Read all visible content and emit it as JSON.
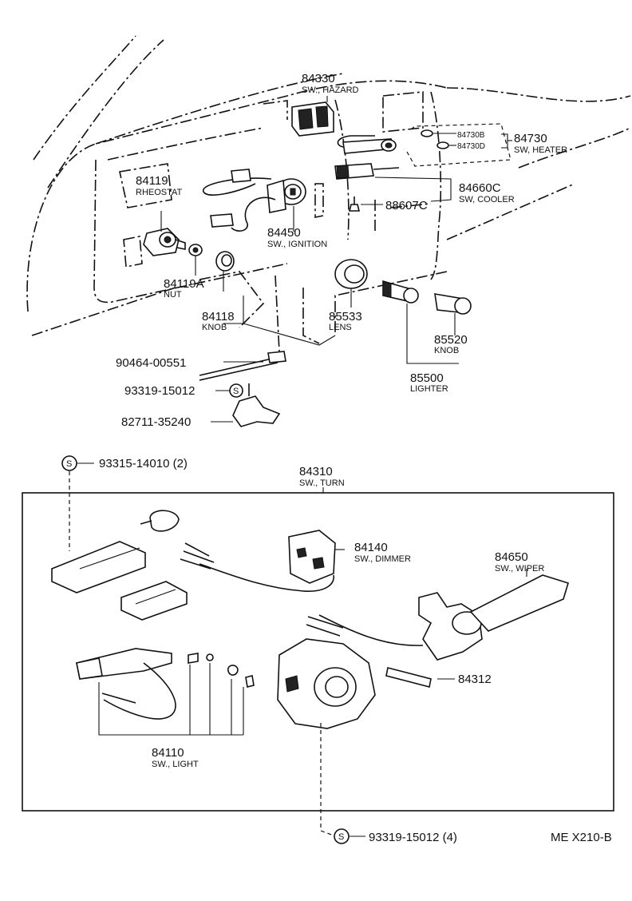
{
  "parts": {
    "p84330": {
      "number": "84330",
      "name": "SW., HAZARD"
    },
    "p84730": {
      "number": "84730",
      "name": "SW, HEATER"
    },
    "p84730B": {
      "number": "84730B"
    },
    "p84730D": {
      "number": "84730D"
    },
    "p84119": {
      "number": "84119",
      "name": "RHEOSTAT"
    },
    "p84660C": {
      "number": "84660C",
      "name": "SW, COOLER"
    },
    "p88607C": {
      "number": "88607C"
    },
    "p84450": {
      "number": "84450",
      "name": "SW., IGNITION"
    },
    "p84119A": {
      "number": "84119A",
      "name": "NUT"
    },
    "p84118": {
      "number": "84118",
      "name": "KNOB"
    },
    "p85533": {
      "number": "85533",
      "name": "LENS"
    },
    "p85520": {
      "number": "85520",
      "name": "KNOB"
    },
    "p85500": {
      "number": "85500",
      "name": "LIGHTER"
    },
    "p90464": {
      "number": "90464-00551"
    },
    "p93319a": {
      "number": "93319-15012"
    },
    "p82711": {
      "number": "82711-35240"
    },
    "p93315": {
      "number": "93315-14010 (2)"
    },
    "p84310": {
      "number": "84310",
      "name": "SW., TURN"
    },
    "p84140": {
      "number": "84140",
      "name": "SW., DIMMER"
    },
    "p84650": {
      "number": "84650",
      "name": "SW., WIPER"
    },
    "p84312": {
      "number": "84312"
    },
    "p84110": {
      "number": "84110",
      "name": "SW., LIGHT"
    },
    "p93319b": {
      "number": "93319-15012 (4)"
    }
  },
  "symbols": {
    "standard_part": "S"
  },
  "diagram_code": "ME X210-B"
}
